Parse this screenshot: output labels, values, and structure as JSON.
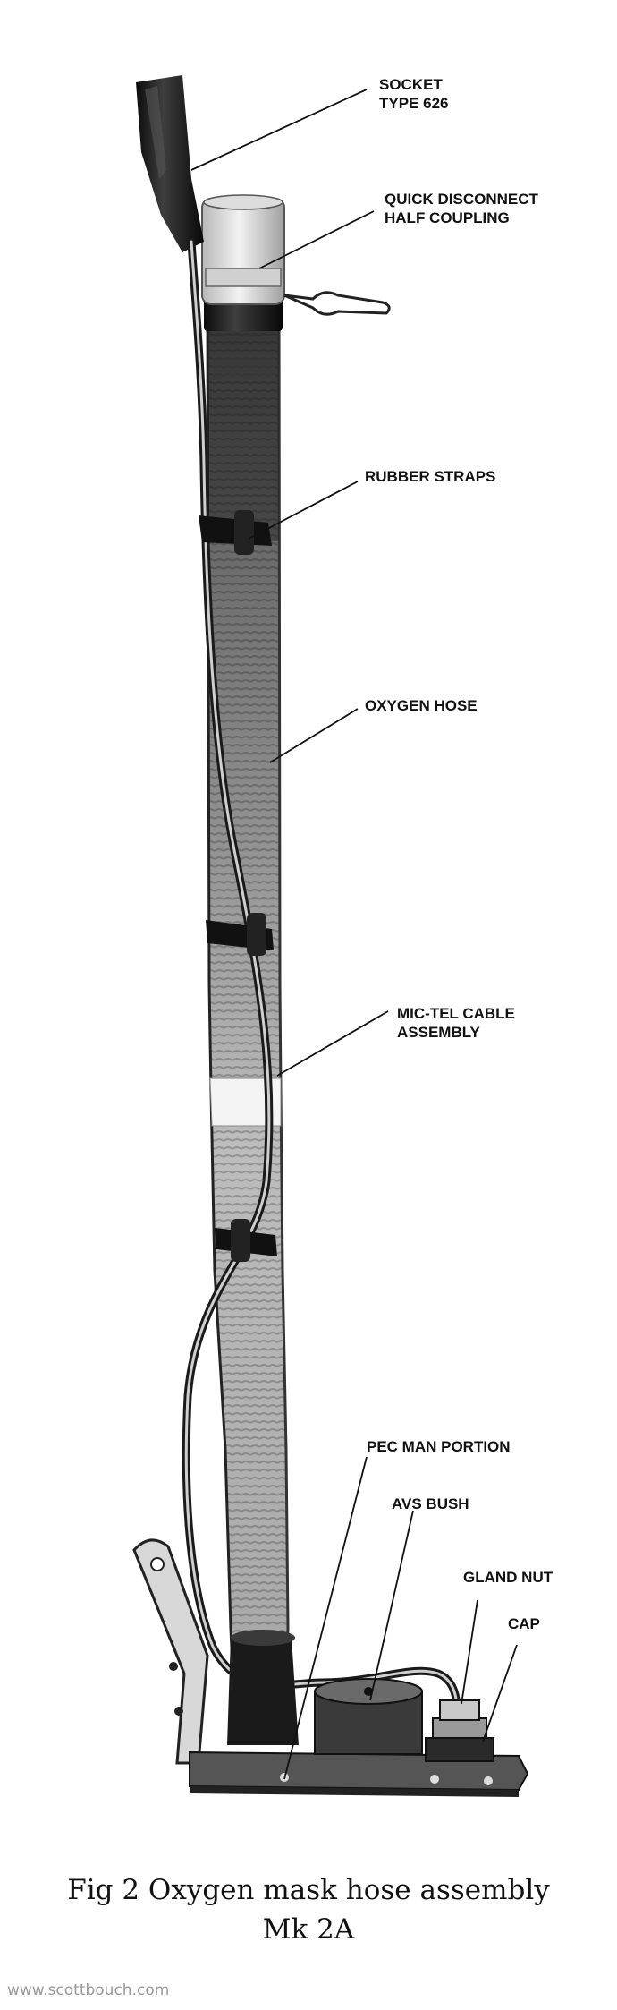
{
  "labels": {
    "socket": "SOCKET\nTYPE 626",
    "quick_disconnect": "QUICK DISCONNECT\nHALF COUPLING",
    "rubber_straps": "RUBBER STRAPS",
    "oxygen_hose": "OXYGEN HOSE",
    "mic_tel": "MIC-TEL CABLE\nASSEMBLY",
    "pec_man": "PEC MAN PORTION",
    "avs_bush": "AVS BUSH",
    "gland_nut": "GLAND NUT",
    "cap": "CAP"
  },
  "caption": {
    "line1": "Fig 2    Oxygen mask hose assembly",
    "line2": "Mk 2A"
  },
  "watermark": "www.scottbouch.com"
}
